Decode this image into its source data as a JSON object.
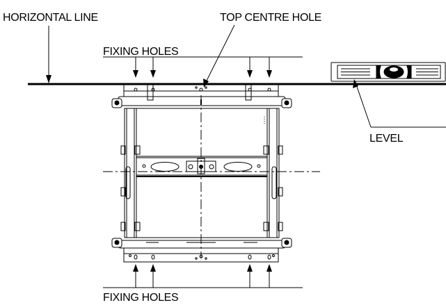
{
  "labels": {
    "horizontal_line": "HORIZONTAL LINE",
    "top_centre_hole": "TOP CENTRE HOLE",
    "fixing_holes_top": "FIXING HOLES",
    "fixing_holes_bottom": "FIXING HOLES",
    "level": "LEVEL"
  },
  "colors": {
    "ink": "#000000",
    "background": "#ffffff"
  }
}
